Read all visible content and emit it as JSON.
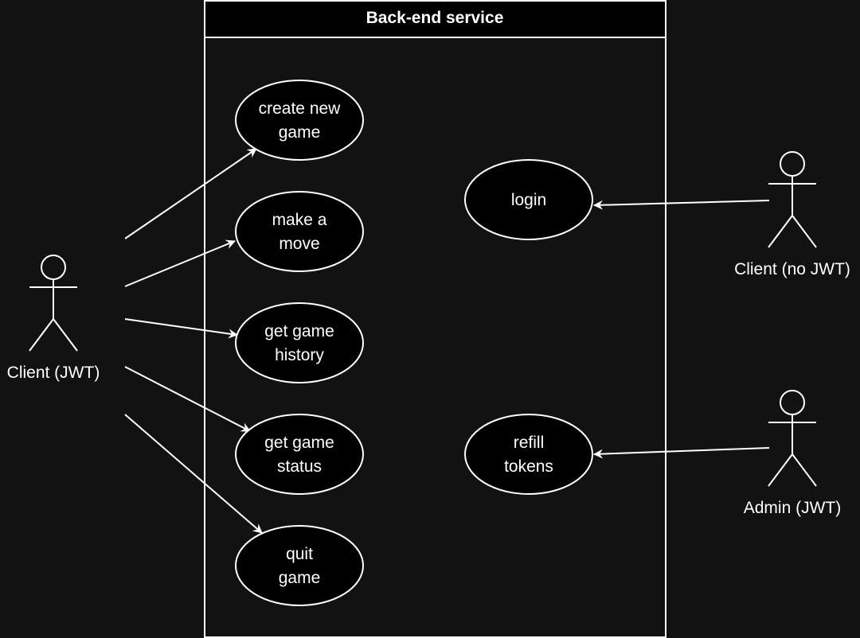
{
  "diagram": {
    "system": {
      "title": "Back-end service"
    },
    "use_cases": [
      {
        "id": "create",
        "lines": [
          "create new",
          "game"
        ]
      },
      {
        "id": "move",
        "lines": [
          "make a",
          "move"
        ]
      },
      {
        "id": "history",
        "lines": [
          "get game",
          "history"
        ]
      },
      {
        "id": "status",
        "lines": [
          "get game",
          "status"
        ]
      },
      {
        "id": "quit",
        "lines": [
          "quit",
          "game"
        ]
      },
      {
        "id": "login",
        "lines": [
          "login"
        ]
      },
      {
        "id": "refill",
        "lines": [
          "refill",
          "tokens"
        ]
      }
    ],
    "actors": [
      {
        "id": "client-jwt",
        "label": "Client (JWT)"
      },
      {
        "id": "client-nojwt",
        "label": "Client (no JWT)"
      },
      {
        "id": "admin-jwt",
        "label": "Admin (JWT)"
      }
    ],
    "associations": [
      {
        "from": "client-jwt",
        "to": "create"
      },
      {
        "from": "client-jwt",
        "to": "move"
      },
      {
        "from": "client-jwt",
        "to": "history"
      },
      {
        "from": "client-jwt",
        "to": "status"
      },
      {
        "from": "client-jwt",
        "to": "quit"
      },
      {
        "from": "client-nojwt",
        "to": "login"
      },
      {
        "from": "admin-jwt",
        "to": "refill"
      }
    ]
  }
}
